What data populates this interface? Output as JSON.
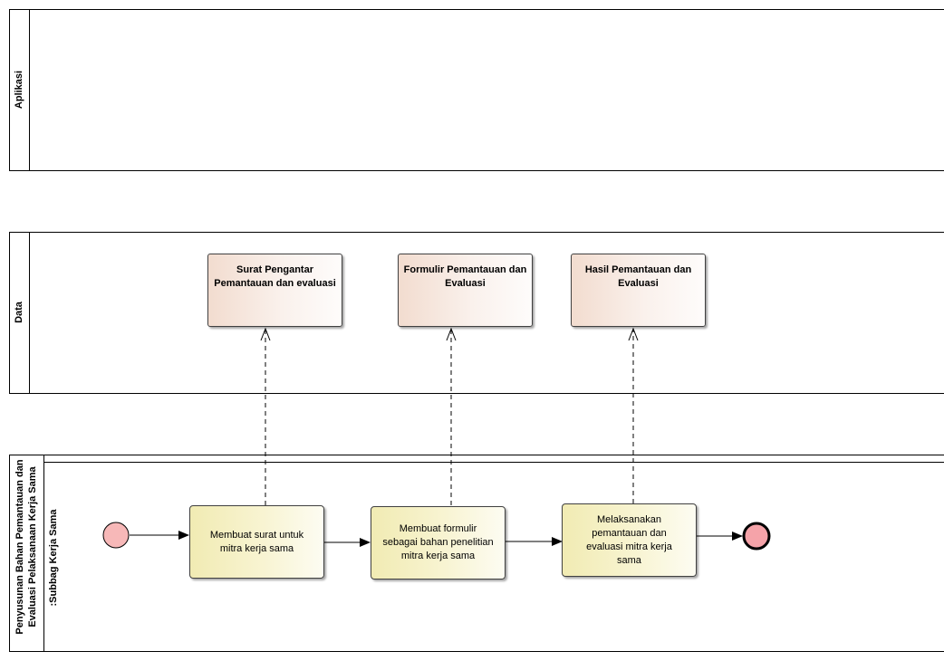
{
  "lanes": {
    "aplikasi": "Aplikasi",
    "data": "Data",
    "pool_title_line1": "Penyusunan Bahan Pemantauan dan",
    "pool_title_line2": "Evaluasi Pelaksanaan Kerja Sama",
    "subbag": ":Subbag Kerja Sama"
  },
  "data_objects": [
    {
      "line1": "Surat Pengantar",
      "line2": "Pemantauan dan evaluasi"
    },
    {
      "line1": "Formulir Pemantauan dan",
      "line2": "Evaluasi"
    },
    {
      "line1": "Hasil Pemantauan dan",
      "line2": "Evaluasi"
    }
  ],
  "tasks": [
    {
      "line1": "Membuat surat untuk",
      "line2": "mitra kerja sama"
    },
    {
      "line1": "Membuat formulir",
      "line2": "sebagai bahan penelitian",
      "line3": "mitra kerja sama"
    },
    {
      "line1": "Melaksanakan",
      "line2": "pemantauan dan",
      "line3": "evaluasi mitra kerja",
      "line4": "sama"
    }
  ],
  "colors": {
    "start_event": "#f7b8b8",
    "end_event": "#f5a3a9",
    "task_fill": "#f1ebb3",
    "data_fill": "#f2dccf"
  }
}
